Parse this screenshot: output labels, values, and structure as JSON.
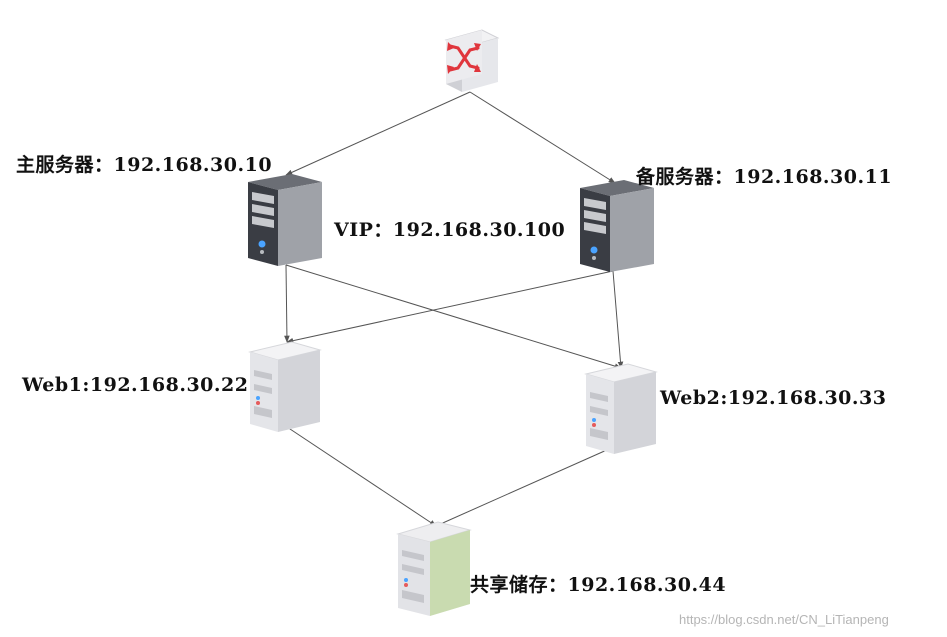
{
  "labels": {
    "primary": "主服务器：192.168.30.10",
    "vip": "VIP：192.168.30.100",
    "backup": "备服务器：192.168.30.11",
    "web1": "Web1:192.168.30.22",
    "web2": "Web2:192.168.30.33",
    "storage": "共享储存：192.168.30.44"
  },
  "watermark": "https://blog.csdn.net/CN_LiTianpeng",
  "icons": {
    "switch": "network-switch-icon",
    "primary": "dark-server-icon",
    "backup": "dark-server-icon",
    "web1": "light-server-icon",
    "web2": "light-server-icon",
    "storage": "storage-server-icon"
  },
  "colors": {
    "edge": "#555555",
    "switch_arrows": "#e0363d",
    "dark_server": "#3a3d44",
    "light_server": "#e4e5e9",
    "storage_accent": "#c9dbb0"
  },
  "edges": [
    {
      "from": "switch",
      "to": "primary"
    },
    {
      "from": "switch",
      "to": "backup"
    },
    {
      "from": "primary",
      "to": "web1"
    },
    {
      "from": "primary",
      "to": "web2"
    },
    {
      "from": "backup",
      "to": "web1"
    },
    {
      "from": "backup",
      "to": "web2"
    },
    {
      "from": "web1",
      "to": "storage"
    },
    {
      "from": "storage",
      "to": "web2"
    }
  ]
}
